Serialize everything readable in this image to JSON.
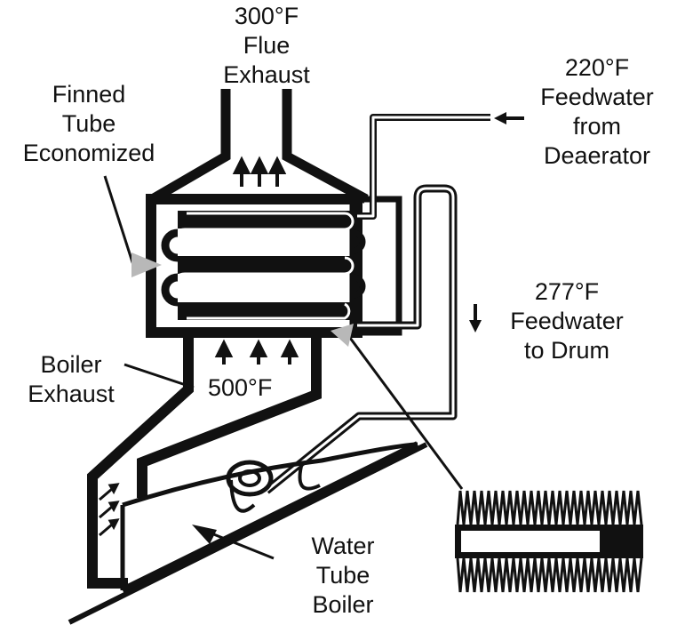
{
  "colors": {
    "ink": "#111111",
    "paper": "#ffffff",
    "pointer": "#b8b8b8"
  },
  "labels": {
    "flue_temp": "300°F",
    "flue_line1": "Flue",
    "flue_line2": "Exhaust",
    "finned_line1": "Finned",
    "finned_line2": "Tube",
    "finned_line3": "Economized",
    "feed_in_temp": "220°F",
    "feed_in_line1": "Feedwater",
    "feed_in_line2": "from",
    "feed_in_line3": "Deaerator",
    "feed_out_temp": "277°F",
    "feed_out_line1": "Feedwater",
    "feed_out_line2": "to Drum",
    "boiler_exhaust_line1": "Boiler",
    "boiler_exhaust_line2": "Exhaust",
    "exhaust_temp": "500°F",
    "boiler_line1": "Water",
    "boiler_line2": "Tube",
    "boiler_line3": "Boiler"
  }
}
